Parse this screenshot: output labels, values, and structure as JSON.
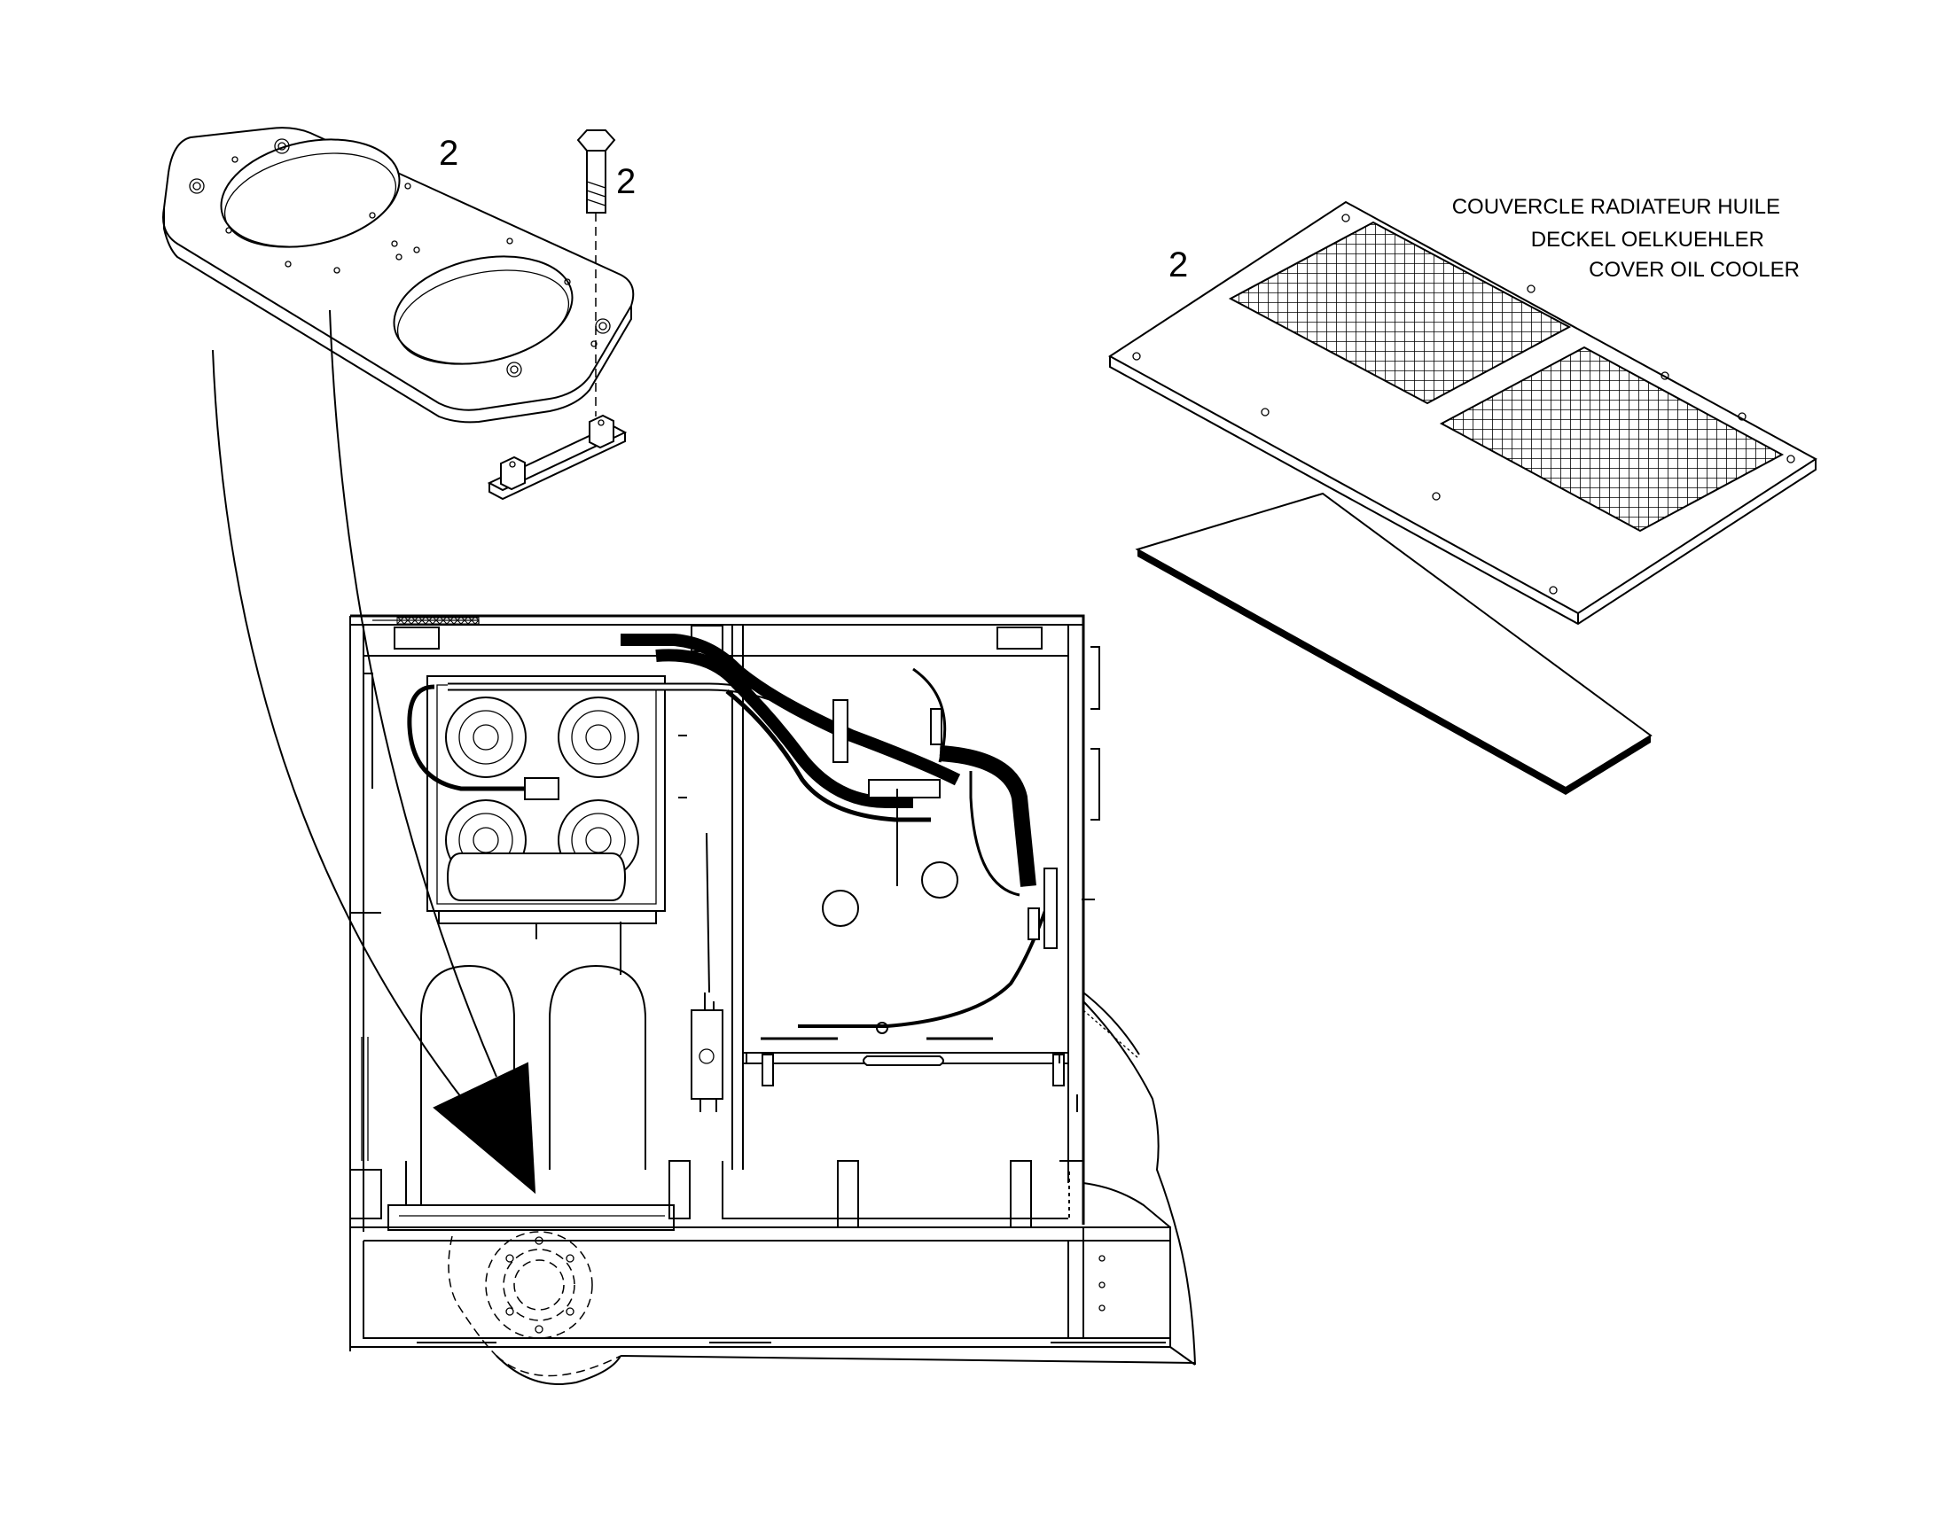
{
  "callouts": {
    "flange_plate": "2",
    "bolt": "2",
    "cover": "2"
  },
  "titles": {
    "fr": "COUVERCLE RADIATEUR HUILE",
    "de": "DECKEL OELKUEHLER",
    "en": "COVER OIL COOLER"
  },
  "colors": {
    "line": "#000000",
    "background": "#ffffff"
  }
}
